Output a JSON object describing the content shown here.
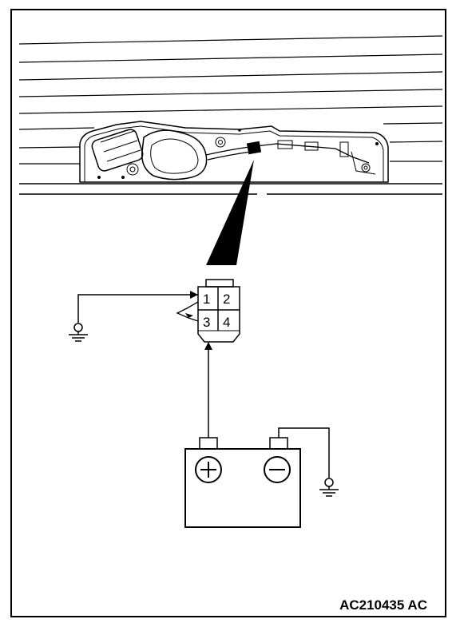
{
  "connector": {
    "pins": [
      "1",
      "2",
      "3",
      "4"
    ]
  },
  "battery": {
    "positive_symbol": "+",
    "negative_symbol": "−"
  },
  "reference_code": "AC210435 AC",
  "icons": [
    "ground-symbol",
    "battery-symbol",
    "connector-symbol",
    "wiper-motor-illustration"
  ]
}
